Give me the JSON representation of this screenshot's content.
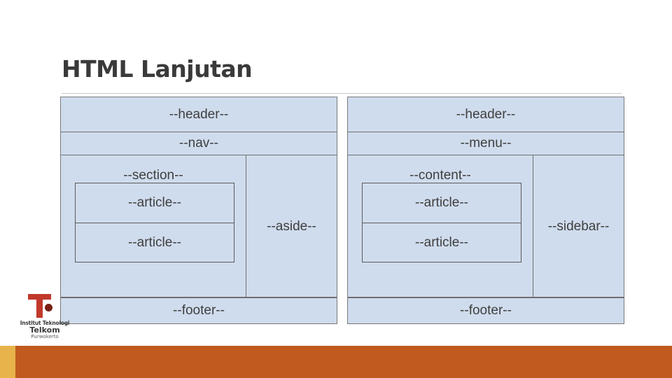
{
  "slide": {
    "title": "HTML Lanjutan"
  },
  "diagrams": [
    {
      "id": "semantic-html5-layout",
      "header": "--header--",
      "nav": "--nav--",
      "main": "--section--",
      "articles": [
        "--article--",
        "--article--"
      ],
      "side": "--aside--",
      "footer": "--footer--"
    },
    {
      "id": "named-div-layout",
      "header": "--header--",
      "nav": "--menu--",
      "main": "--content--",
      "articles": [
        "--article--",
        "--article--"
      ],
      "side": "--sidebar--",
      "footer": "--footer--"
    }
  ],
  "logo": {
    "institute": "Institut Teknologi",
    "name": "Telkom",
    "city": "Purwokerto"
  },
  "colors": {
    "box_fill": "#cfdced",
    "box_border": "#7a7a7a",
    "accent_bar": "#c05a1e",
    "accent_bar_left": "#e8b34a",
    "logo_red": "#c0392b",
    "title_text": "#3a3a3a"
  }
}
